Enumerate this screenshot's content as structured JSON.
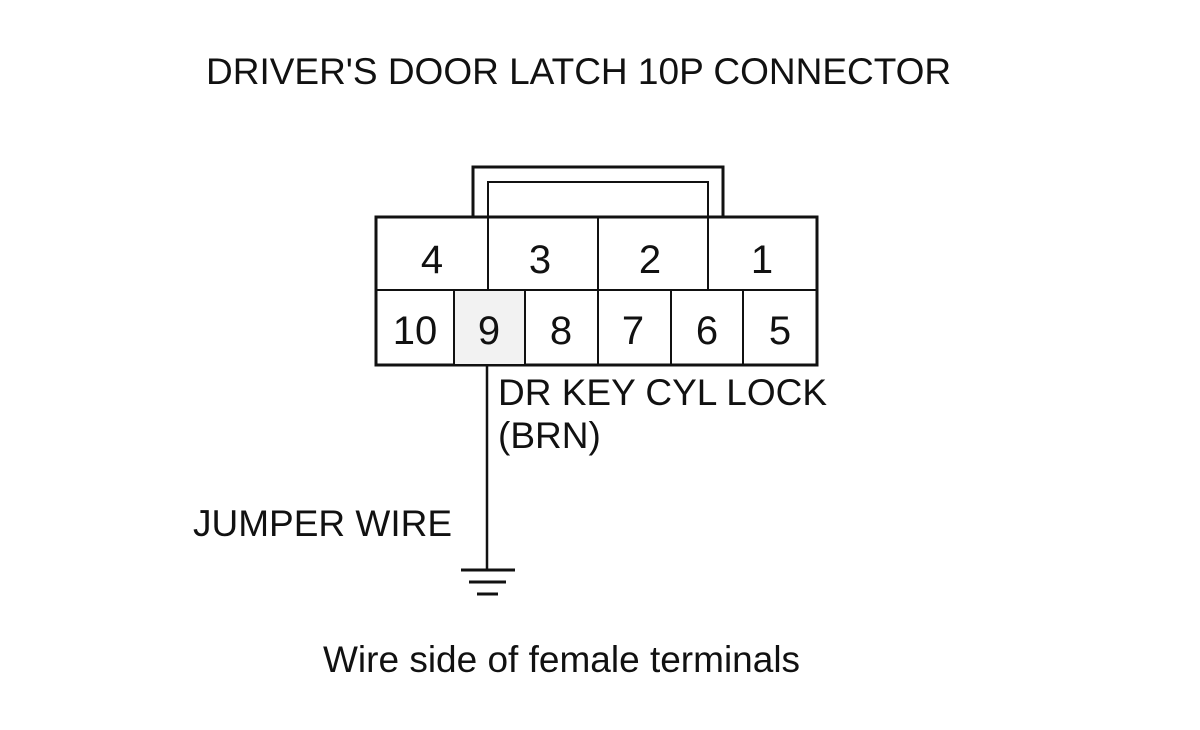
{
  "title": "DRIVER'S DOOR LATCH 10P CONNECTOR",
  "connector": {
    "top_row_pins": [
      "4",
      "3",
      "2",
      "1"
    ],
    "bottom_row_pins": [
      "10",
      "9",
      "8",
      "7",
      "6",
      "5"
    ],
    "highlighted_pin": "9"
  },
  "terminal_label": {
    "line1": "DR KEY CYL LOCK",
    "line2": "(BRN)"
  },
  "jumper_label": "JUMPER WIRE",
  "ground_symbol": "ground-icon",
  "caption": "Wire side of female terminals",
  "colors": {
    "line": "#111111",
    "highlight_fill": "#f2f2f2",
    "background": "#ffffff"
  }
}
